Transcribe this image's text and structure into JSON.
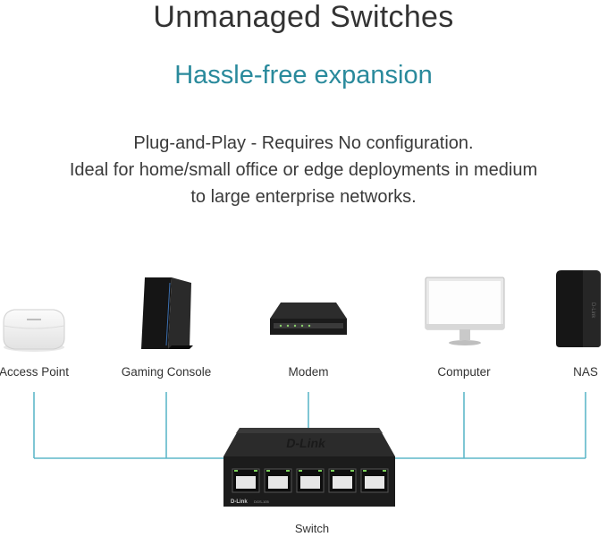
{
  "header": {
    "title": "Unmanaged Switches",
    "subtitle": "Hassle-free expansion"
  },
  "description": {
    "line1": "Plug-and-Play - Requires No configuration.",
    "line2": "Ideal for home/small office or edge deployments in medium",
    "line3": "to large enterprise networks."
  },
  "devices": [
    {
      "label": "Access Point"
    },
    {
      "label": "Gaming Console"
    },
    {
      "label": "Modem"
    },
    {
      "label": "Computer"
    },
    {
      "label": "NAS"
    }
  ],
  "switch": {
    "label": "Switch",
    "brand": "D-Link",
    "model": "DGS-105"
  },
  "colors": {
    "accent": "#2a8a9c",
    "connector": "#5fb7c9"
  }
}
